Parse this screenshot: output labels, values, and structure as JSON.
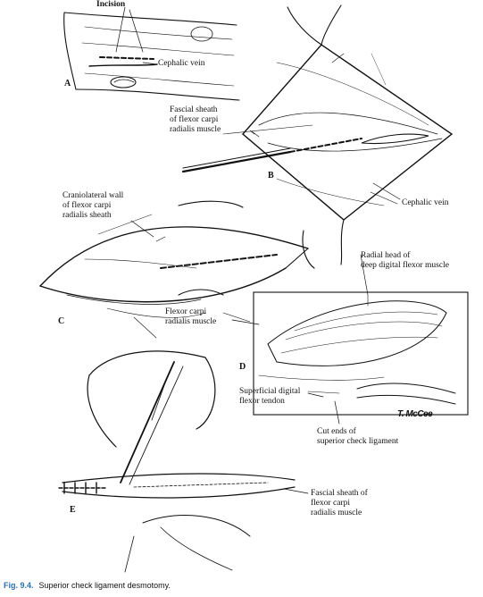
{
  "labels": {
    "incision": "Incision",
    "cephalic_vein_a": "Cephalic vein",
    "fascial_sheath_b": "Fascial sheath\nof flexor carpi\nradialis muscle",
    "cephalic_vein_b": "Cephalic vein",
    "craniolateral_wall": "Craniolateral wall\nof flexor carpi\nradialis sheath",
    "radial_head": "Radial head of\ndeep digital flexor muscle",
    "flexor_carpi_c": "Flexor carpi\nradialis muscle",
    "superficial_digital": "Superficial digital\nflexor tendon",
    "cut_ends": "Cut ends of\nsuperior check ligament",
    "fascial_sheath_e": "Fascial sheath of\nflexor carpi\nradialis muscle"
  },
  "panels": {
    "a": "A",
    "b": "B",
    "c": "C",
    "d": "D",
    "e": "E"
  },
  "signature": "T. McCee",
  "caption": {
    "figure_number": "Fig. 9.4.",
    "text": "Superior check ligament desmotomy."
  },
  "colors": {
    "ink": "#111111",
    "caption_accent": "#2a6fb0"
  }
}
